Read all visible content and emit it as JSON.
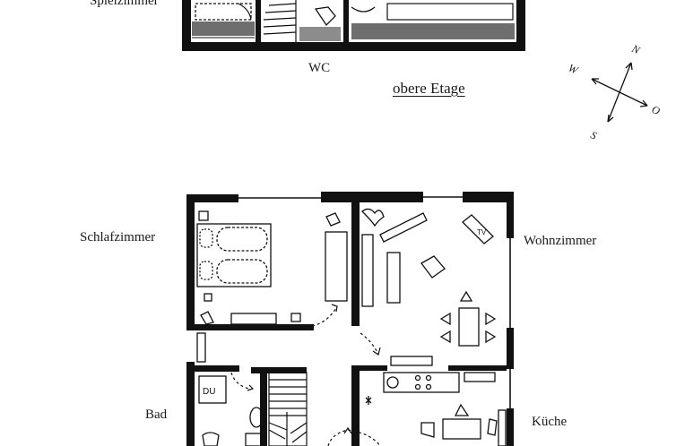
{
  "upper_floor": {
    "title": "obere Etage",
    "rooms": {
      "spielzimmer": "Spielzimmer",
      "wc": "WC"
    }
  },
  "ground_floor": {
    "rooms": {
      "schlafzimmer": "Schlafzimmer",
      "wohnzimmer": "Wohnzimmer",
      "bad": "Bad",
      "kueche": "Küche"
    },
    "fixtures": {
      "dusche": "DU"
    }
  },
  "compass": {
    "n": "N",
    "o": "O",
    "s": "S",
    "w": "W"
  },
  "colors": {
    "ink": "#1a1a1a",
    "wall": "#111111",
    "paper": "#ffffff",
    "hatch": "#555555"
  }
}
